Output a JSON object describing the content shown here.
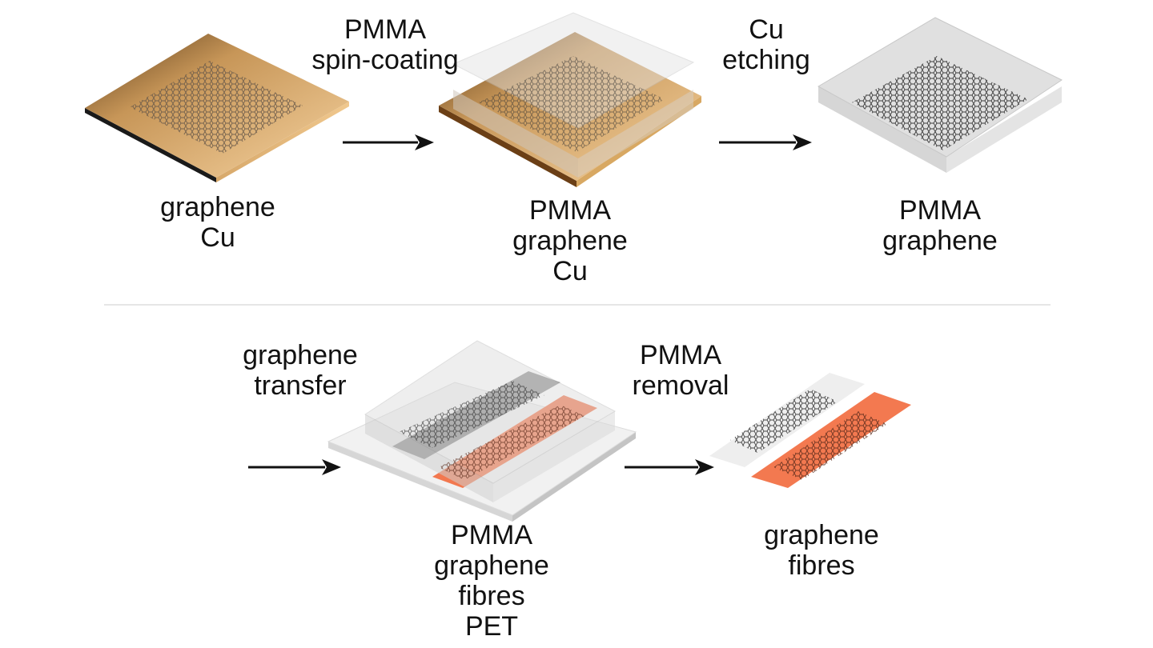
{
  "step_labels": {
    "pmma_spin_coating": [
      "PMMA",
      "spin-coating"
    ],
    "cu_etching": [
      "Cu",
      "etching"
    ],
    "graphene_transfer": [
      "graphene",
      "transfer"
    ],
    "pmma_removal": [
      "PMMA",
      "removal"
    ]
  },
  "stage_labels": {
    "stage1": [
      "graphene",
      "Cu"
    ],
    "stage2": [
      "PMMA",
      "graphene",
      "Cu"
    ],
    "stage3": [
      "PMMA",
      "graphene"
    ],
    "stage4": [
      "PMMA",
      "graphene",
      "fibres",
      "PET"
    ],
    "stage5": [
      "graphene",
      "fibres"
    ]
  },
  "colors": {
    "copper_light": "#f2c894",
    "copper_dark": "#7a4a1c",
    "pmma": "#d9d9d9",
    "graphene": "#2a2a2a",
    "fibre": "#f26a3d",
    "pet": "#f2f2f2",
    "arrow": "#111111"
  }
}
